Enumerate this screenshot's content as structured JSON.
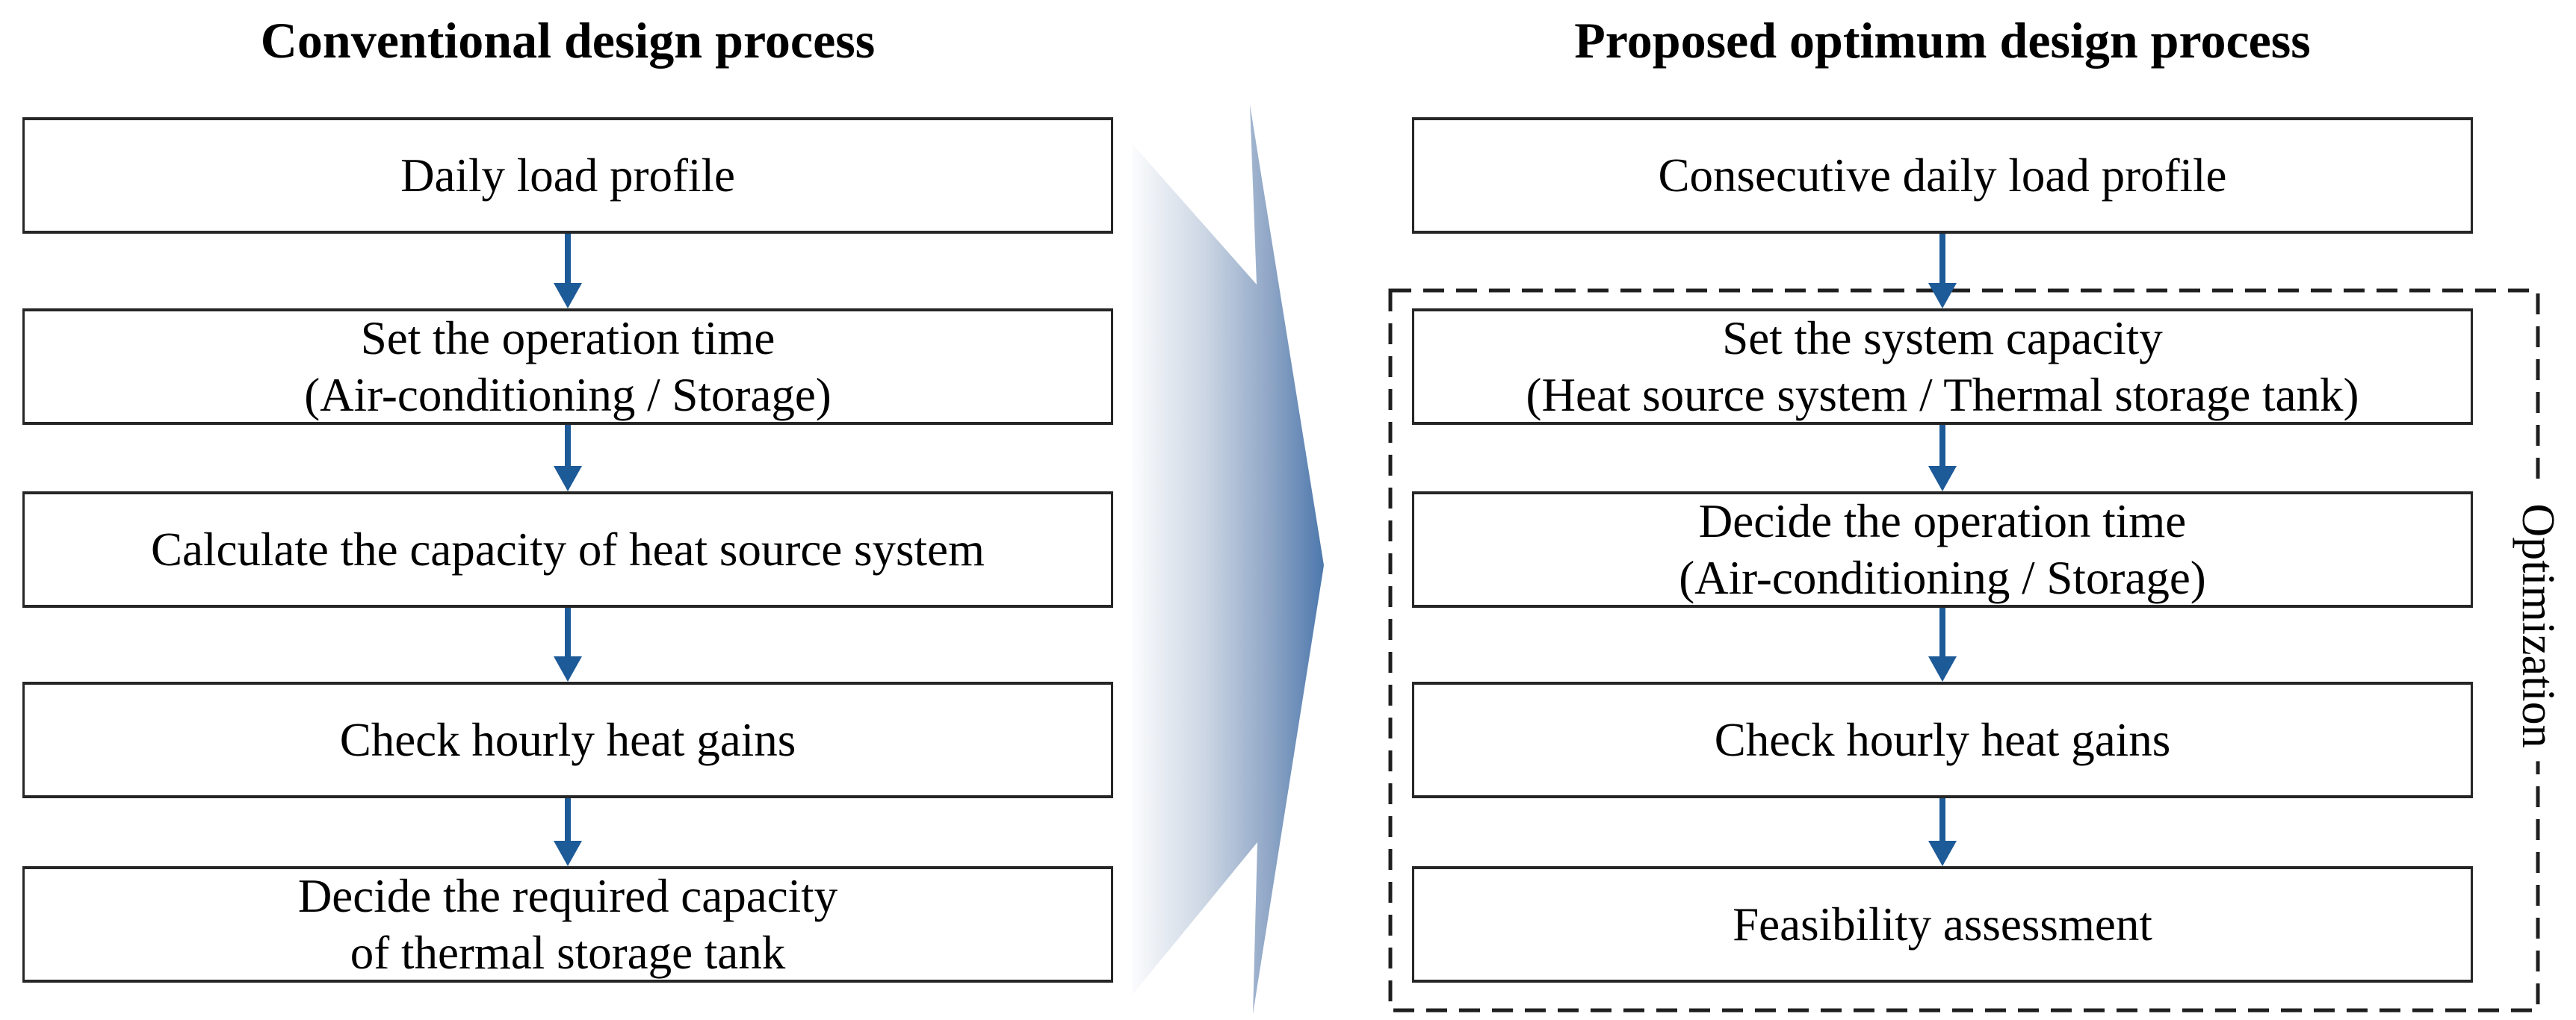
{
  "figure": {
    "type": "flowchart-comparison",
    "left_process": {
      "title": "Conventional design process",
      "steps": [
        {
          "lines": [
            "Daily load profile"
          ]
        },
        {
          "lines": [
            "Set the operation time",
            "(Air-conditioning / Storage)"
          ]
        },
        {
          "lines": [
            "Calculate the capacity of heat source system"
          ]
        },
        {
          "lines": [
            "Check hourly heat gains"
          ]
        },
        {
          "lines": [
            "Decide the required capacity",
            "of thermal storage tank"
          ]
        }
      ]
    },
    "right_process": {
      "title": "Proposed optimum design process",
      "steps": [
        {
          "lines": [
            "Consecutive daily load profile"
          ]
        },
        {
          "lines": [
            "Set the system capacity",
            "(Heat source system / Thermal storage tank)"
          ]
        },
        {
          "lines": [
            "Decide the operation time",
            "(Air-conditioning / Storage)"
          ]
        },
        {
          "lines": [
            "Check hourly heat gains"
          ]
        },
        {
          "lines": [
            "Feasibility assessment"
          ]
        }
      ],
      "optimization_label": "Optimization"
    },
    "icons": {
      "down-arrow-icon": "flow connector arrow between steps",
      "transition-arrow-icon": "large gradient arrow from conventional to proposed process"
    },
    "colors": {
      "connector_blue": "#1d5a98",
      "box_border": "#262626",
      "dashed_border": "#1f1f1f",
      "big_arrow_tip": "#4d78ac",
      "big_arrow_mid": "#ccd6e4",
      "big_arrow_tail": "#fbfcfd",
      "background": "#ffffff",
      "text": "#000000"
    }
  }
}
